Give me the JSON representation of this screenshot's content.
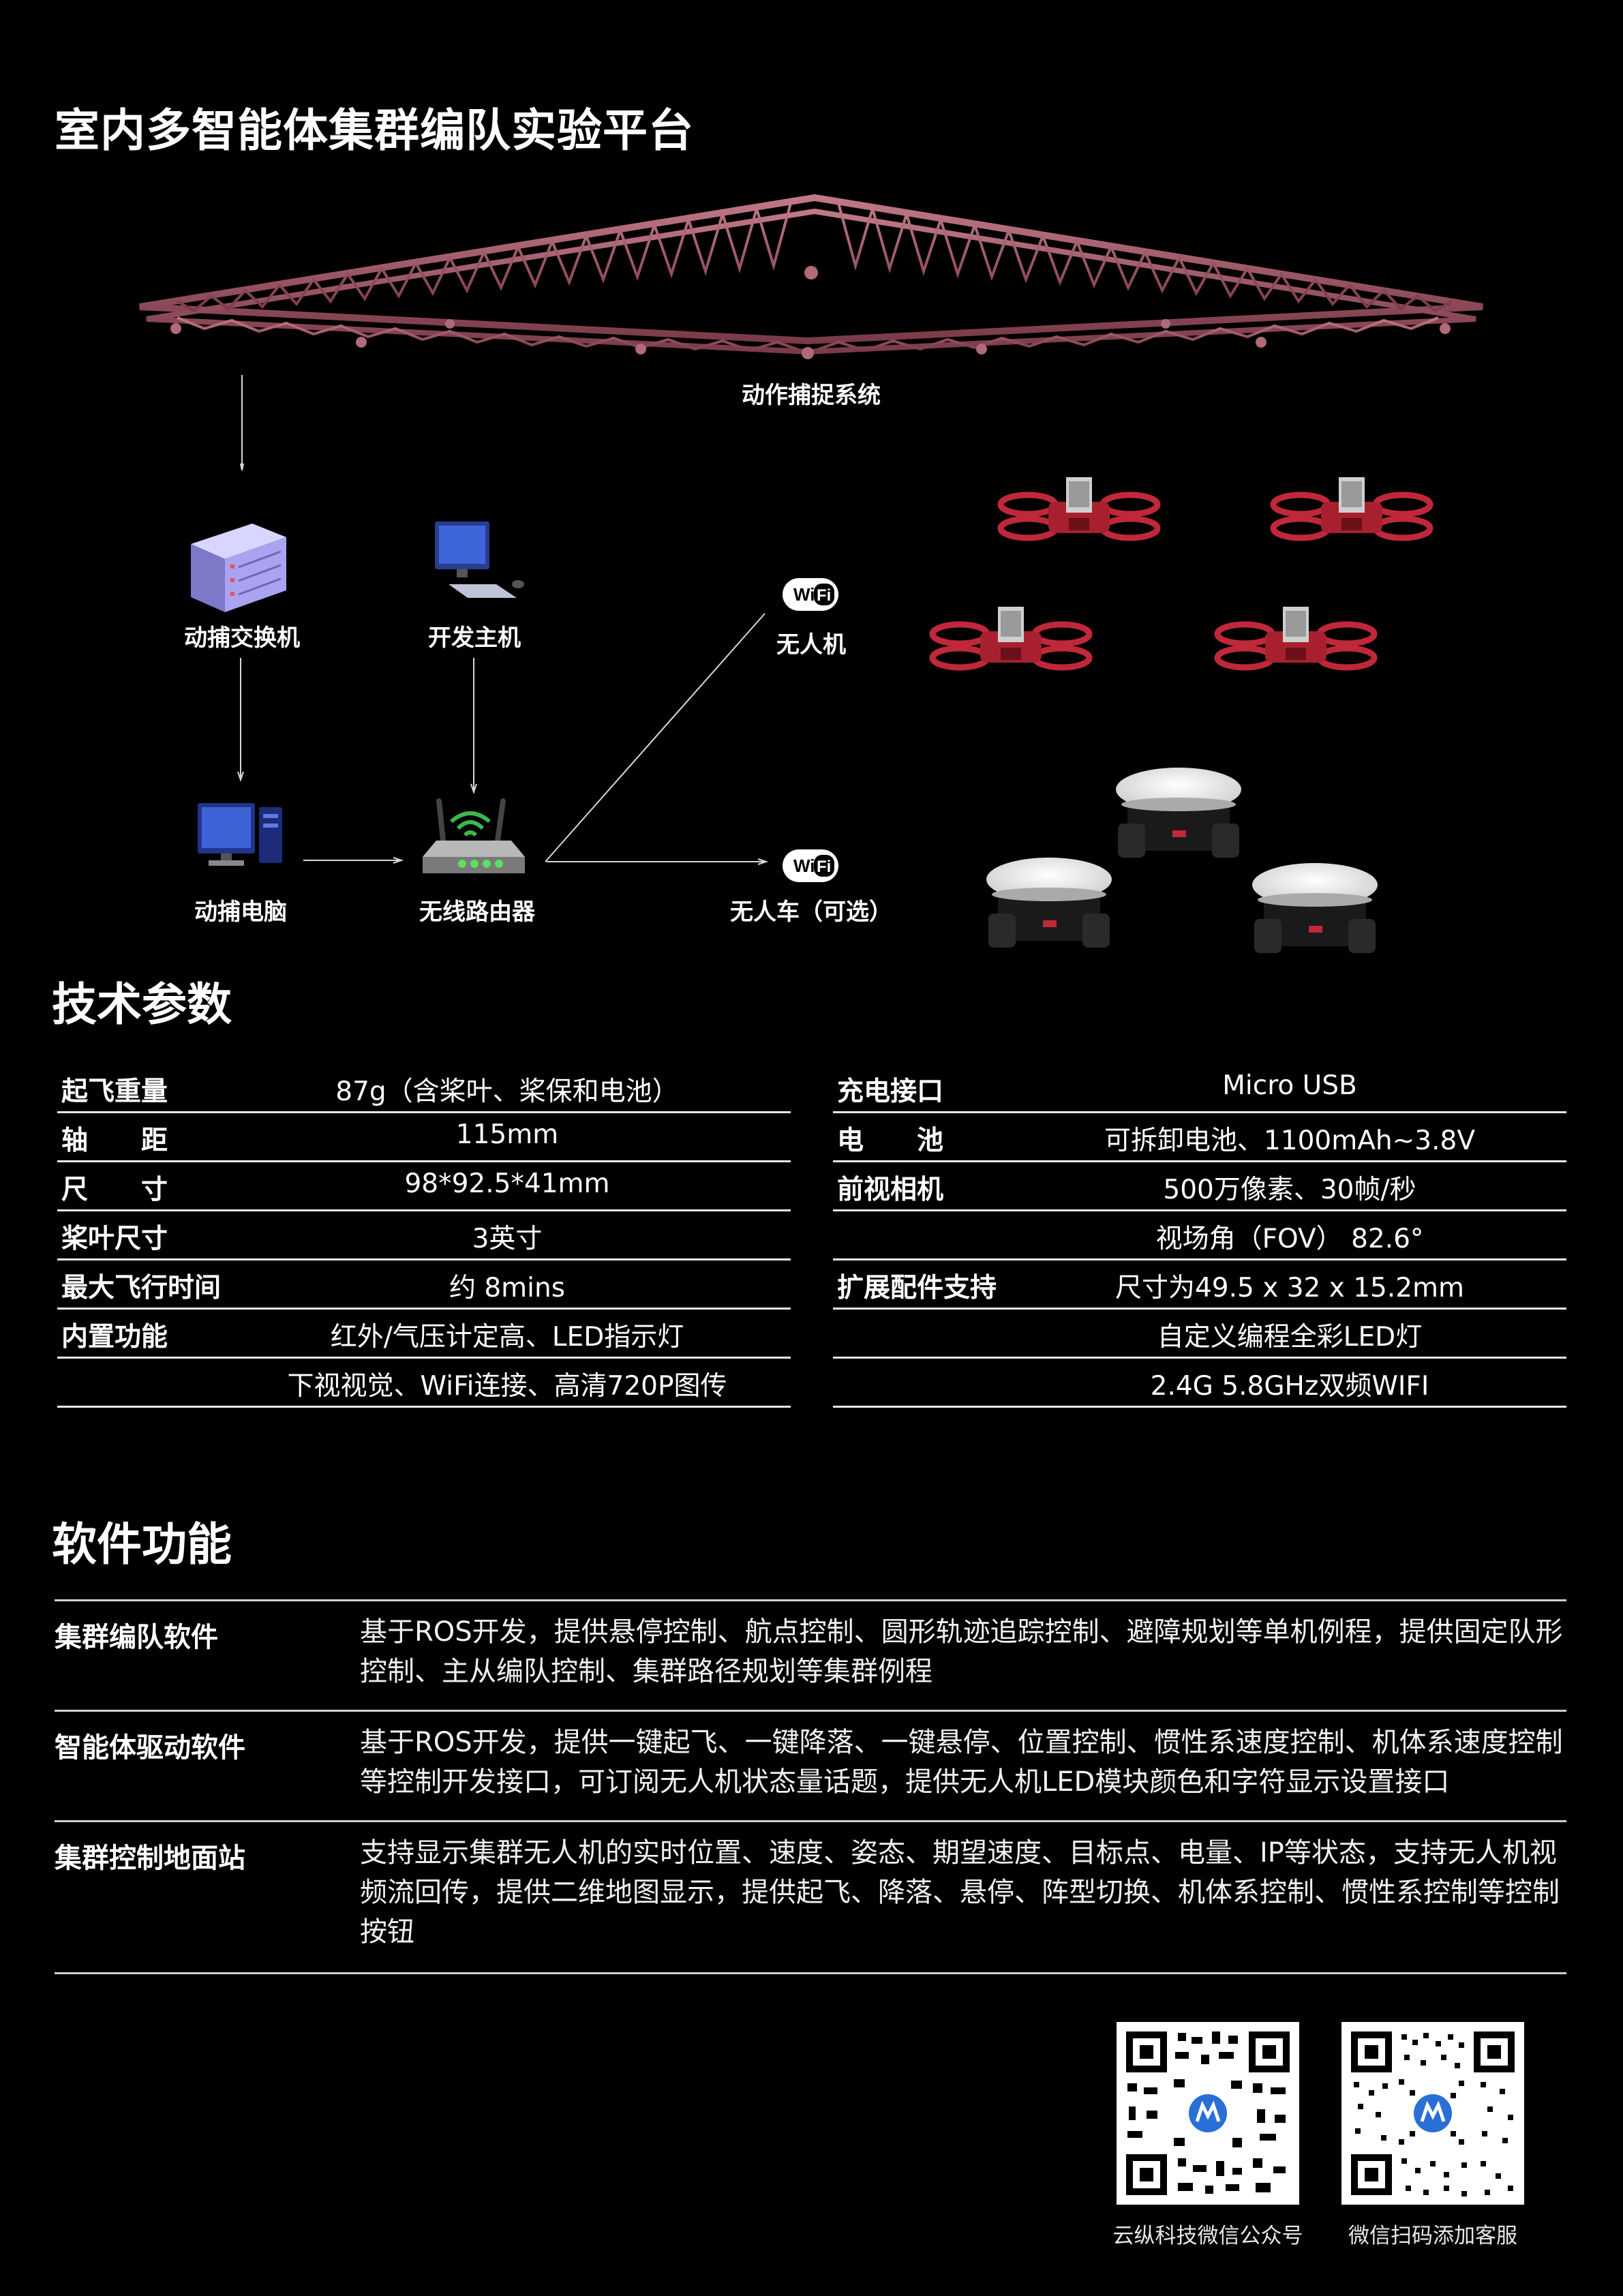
{
  "title": "室内多智能体集群编队实验平台",
  "diagram": {
    "mocap_label": "动作捕捉系统",
    "switch_label": "动捕交换机",
    "dev_host_label": "开发主机",
    "mocap_pc_label": "动捕电脑",
    "router_label": "无线路由器",
    "drone_label": "无人机",
    "car_label": "无人车（可选）",
    "wifi_text": "Wi Fi"
  },
  "specs": {
    "heading": "技术参数",
    "left": [
      {
        "key": "起飞重量",
        "value": "87g（含桨叶、桨保和电池）"
      },
      {
        "key": "轴　　距",
        "value": "115mm"
      },
      {
        "key": "尺　　寸",
        "value": "98*92.5*41mm"
      },
      {
        "key": "桨叶尺寸",
        "value": "3英寸"
      },
      {
        "key": "最大飞行时间",
        "value": "约 8mins"
      },
      {
        "key": "内置功能",
        "value": "红外/气压计定高、LED指示灯"
      },
      {
        "key": "",
        "value": "下视视觉、WiFi连接、高清720P图传"
      }
    ],
    "right": [
      {
        "key": "充电接口",
        "value": "Micro USB"
      },
      {
        "key": "电　　池",
        "value": "可拆卸电池、1100mAh~3.8V"
      },
      {
        "key": "前视相机",
        "value": "500万像素、30帧/秒"
      },
      {
        "key": "",
        "value": "视场角（FOV） 82.6°"
      },
      {
        "key": "扩展配件支持",
        "value": "尺寸为49.5 x 32 x 15.2mm"
      },
      {
        "key": "",
        "value": "自定义编程全彩LED灯"
      },
      {
        "key": "",
        "value": "2.4G 5.8GHz双频WIFI"
      }
    ]
  },
  "software": {
    "heading": "软件功能",
    "items": [
      {
        "name": "集群编队软件",
        "desc": "基于ROS开发，提供悬停控制、航点控制、圆形轨迹追踪控制、避障规划等单机例程，提供固定队形控制、主从编队控制、集群路径规划等集群例程"
      },
      {
        "name": "智能体驱动软件",
        "desc": "基于ROS开发，提供一键起飞、一键降落、一键悬停、位置控制、惯性系速度控制、机体系速度控制等控制开发接口，可订阅无人机状态量话题，提供无人机LED模块颜色和字符显示设置接口"
      },
      {
        "name": "集群控制地面站",
        "desc": "支持显示集群无人机的实时位置、速度、姿态、期望速度、目标点、电量、IP等状态，支持无人机视频流回传，提供二维地图显示，提供起飞、降落、悬停、阵型切换、机体系控制、惯性系控制等控制按钮"
      }
    ]
  },
  "qr": [
    {
      "caption": "云纵科技微信公众号"
    },
    {
      "caption": "微信扫码添加客服"
    }
  ],
  "colors": {
    "background": "#000000",
    "truss": "#a8606e",
    "drone": "#c0283a",
    "wifi": "#ffffff"
  }
}
